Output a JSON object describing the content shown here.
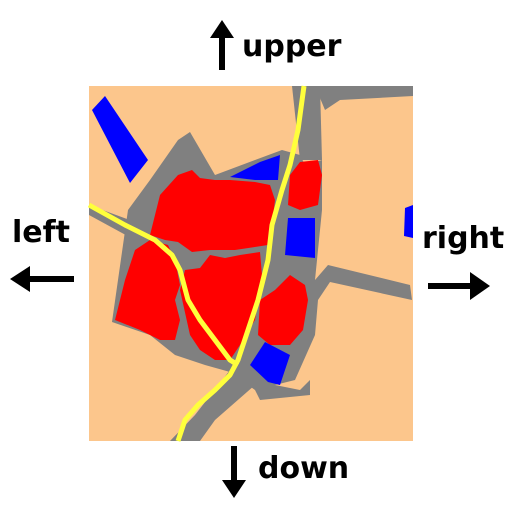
{
  "labels": {
    "upper": "upper",
    "down": "down",
    "left": "left",
    "right": "right"
  },
  "icons": {
    "upper": "arrow-up-icon",
    "down": "arrow-down-icon",
    "left": "arrow-left-icon",
    "right": "arrow-right-icon"
  },
  "colors": {
    "land": "#fcc68c",
    "road": "#808080",
    "main_road": "#ffff3c",
    "building": "#ff0000",
    "water_or_special": "#0000ff",
    "arrow": "#000000"
  }
}
